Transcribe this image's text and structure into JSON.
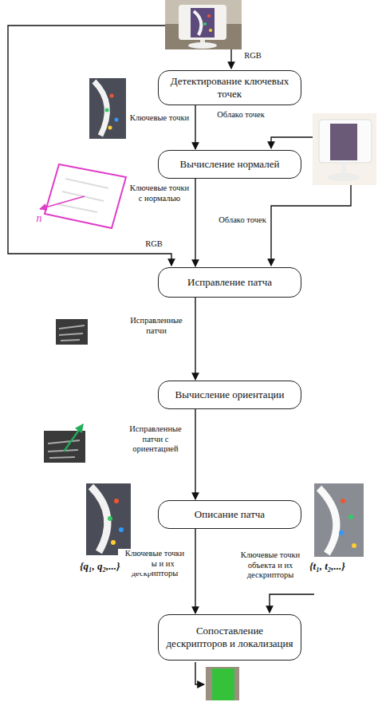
{
  "diagram": {
    "nodes": [
      {
        "text": [
          "Детектирование ключевых точек"
        ]
      },
      {
        "text": [
          "Вычисление нормалей"
        ]
      },
      {
        "text": [
          "Исправление патча"
        ]
      },
      {
        "text": [
          "Вычисление ориентации"
        ]
      },
      {
        "text": [
          "Описание патча"
        ]
      },
      {
        "text": [
          "Сопоставление дескрипторов и локализация"
        ]
      }
    ],
    "edges": [
      {
        "from": 0,
        "to": 1,
        "label": "Ключевые точки",
        "arrow": "to"
      },
      {
        "from": 1,
        "to": 2,
        "label": "Ключевые точки с нормалью",
        "arrow": "to"
      },
      {
        "from": 2,
        "to": 3,
        "label": "Исправленные патчи",
        "arrow": "to"
      },
      {
        "from": 3,
        "to": 4,
        "label": "Исправленные патчи с ориентацией",
        "arrow": "to"
      },
      {
        "from": 4,
        "to": 5,
        "label": "Ключевые точки сцены и их дескрипторы",
        "arrow": "to"
      }
    ],
    "labels": [
      "RGB",
      "Облако точек",
      "n",
      "Облако точек",
      "RGB",
      "Ключевые точки объекта и их дескрипторы",
      "{q₁, q₂,...}",
      "{t₁, t₂,...}"
    ]
  }
}
